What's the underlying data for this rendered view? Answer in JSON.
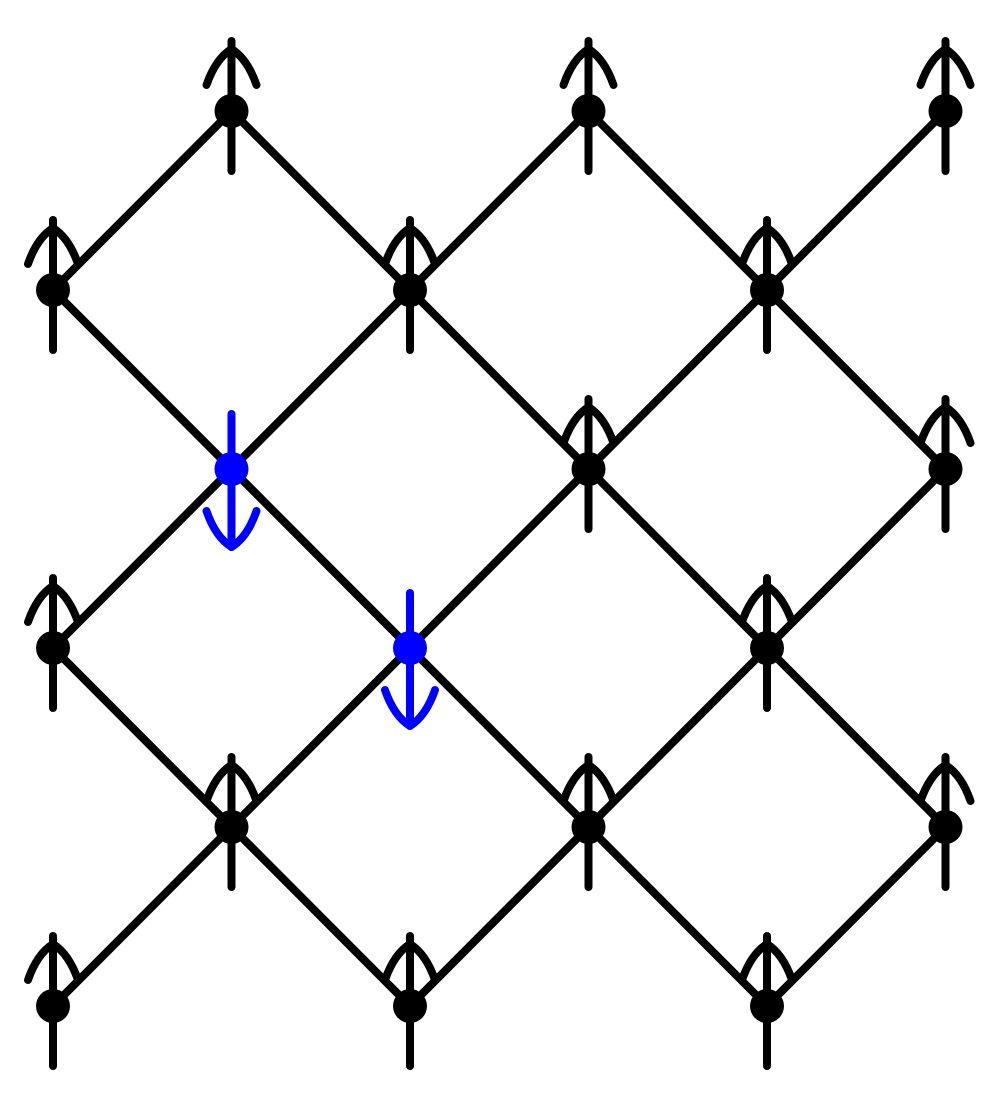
{
  "diagram": {
    "type": "spin-lattice",
    "colors": {
      "background": "#ffffff",
      "bond": "#000000",
      "spin_up": "#000000",
      "spin_down": "#0000ff"
    },
    "sites": [
      {
        "id": "r0c1",
        "spin": "up"
      },
      {
        "id": "r0c3",
        "spin": "up"
      },
      {
        "id": "r0c5",
        "spin": "up"
      },
      {
        "id": "r1c0",
        "spin": "up"
      },
      {
        "id": "r1c2",
        "spin": "up"
      },
      {
        "id": "r1c4",
        "spin": "up"
      },
      {
        "id": "r2c1",
        "spin": "down"
      },
      {
        "id": "r2c3",
        "spin": "up"
      },
      {
        "id": "r2c5",
        "spin": "up"
      },
      {
        "id": "r3c0",
        "spin": "up"
      },
      {
        "id": "r3c2",
        "spin": "down"
      },
      {
        "id": "r3c4",
        "spin": "up"
      },
      {
        "id": "r4c1",
        "spin": "up"
      },
      {
        "id": "r4c3",
        "spin": "up"
      },
      {
        "id": "r4c5",
        "spin": "up"
      },
      {
        "id": "r5c0",
        "spin": "up"
      },
      {
        "id": "r5c2",
        "spin": "up"
      },
      {
        "id": "r5c4",
        "spin": "up"
      }
    ],
    "bonds": [
      [
        "r0c1",
        "r1c0"
      ],
      [
        "r0c1",
        "r1c2"
      ],
      [
        "r0c3",
        "r1c2"
      ],
      [
        "r0c3",
        "r1c4"
      ],
      [
        "r0c5",
        "r1c4"
      ],
      [
        "r1c0",
        "r2c1"
      ],
      [
        "r1c2",
        "r2c1"
      ],
      [
        "r1c2",
        "r2c3"
      ],
      [
        "r1c4",
        "r2c3"
      ],
      [
        "r1c4",
        "r2c5"
      ],
      [
        "r2c1",
        "r3c0"
      ],
      [
        "r2c1",
        "r3c2"
      ],
      [
        "r2c3",
        "r3c2"
      ],
      [
        "r2c3",
        "r3c4"
      ],
      [
        "r2c5",
        "r3c4"
      ],
      [
        "r3c0",
        "r4c1"
      ],
      [
        "r3c2",
        "r4c1"
      ],
      [
        "r3c2",
        "r4c3"
      ],
      [
        "r3c4",
        "r4c3"
      ],
      [
        "r3c4",
        "r4c5"
      ],
      [
        "r4c1",
        "r5c0"
      ],
      [
        "r4c1",
        "r5c2"
      ],
      [
        "r4c3",
        "r5c2"
      ],
      [
        "r4c3",
        "r5c4"
      ],
      [
        "r4c5",
        "r5c4"
      ]
    ]
  }
}
